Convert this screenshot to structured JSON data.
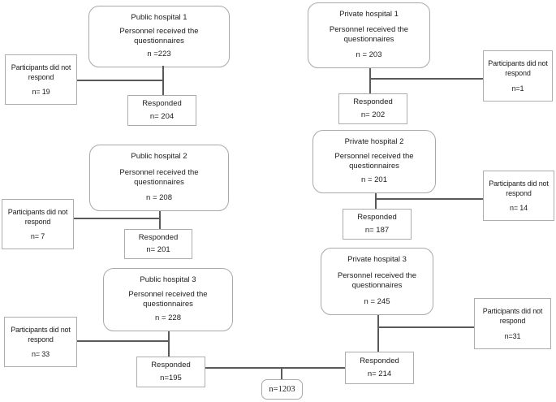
{
  "colors": {
    "background": "#ffffff",
    "box_border": "#a9a9a9",
    "connector_line": "#5a5a5a",
    "text": "#1c1c1c"
  },
  "groups": [
    {
      "hospital": {
        "title": "Public hospital 1",
        "desc": "Personnel received the questionnaires",
        "n": "n =223"
      },
      "nonresponse": {
        "label": "Participants did not respond",
        "n": "n= 19"
      },
      "responded": {
        "label": "Responded",
        "n": "n= 204"
      }
    },
    {
      "hospital": {
        "title": "Private hospital 1",
        "desc": "Personnel received the questionnaires",
        "n": "n = 203"
      },
      "nonresponse": {
        "label": "Participants did not respond",
        "n": "n=1"
      },
      "responded": {
        "label": "Responded",
        "n": "n= 202"
      }
    },
    {
      "hospital": {
        "title": "Public hospital 2",
        "desc": "Personnel received the questionnaires",
        "n": "n = 208"
      },
      "nonresponse": {
        "label": "Participants did not respond",
        "n": "n= 7"
      },
      "responded": {
        "label": "Responded",
        "n": "n= 201"
      }
    },
    {
      "hospital": {
        "title": "Private hospital 2",
        "desc": "Personnel received the questionnaires",
        "n": "n = 201"
      },
      "nonresponse": {
        "label": "Participants did not respond",
        "n": "n= 14"
      },
      "responded": {
        "label": "Responded",
        "n": "n= 187"
      }
    },
    {
      "hospital": {
        "title": "Public hospital 3",
        "desc": "Personnel received the questionnaires",
        "n": "n = 228"
      },
      "nonresponse": {
        "label": "Participants did not respond",
        "n": "n= 33"
      },
      "responded": {
        "label": "Responded",
        "n": "n=195"
      }
    },
    {
      "hospital": {
        "title": "Private hospital 3",
        "desc": "Personnel received the questionnaires",
        "n": "n = 245"
      },
      "nonresponse": {
        "label": "Participants did not respond",
        "n": "n=31"
      },
      "responded": {
        "label": "Responded",
        "n": "n= 214"
      }
    }
  ],
  "total": {
    "n": "n=1203"
  }
}
